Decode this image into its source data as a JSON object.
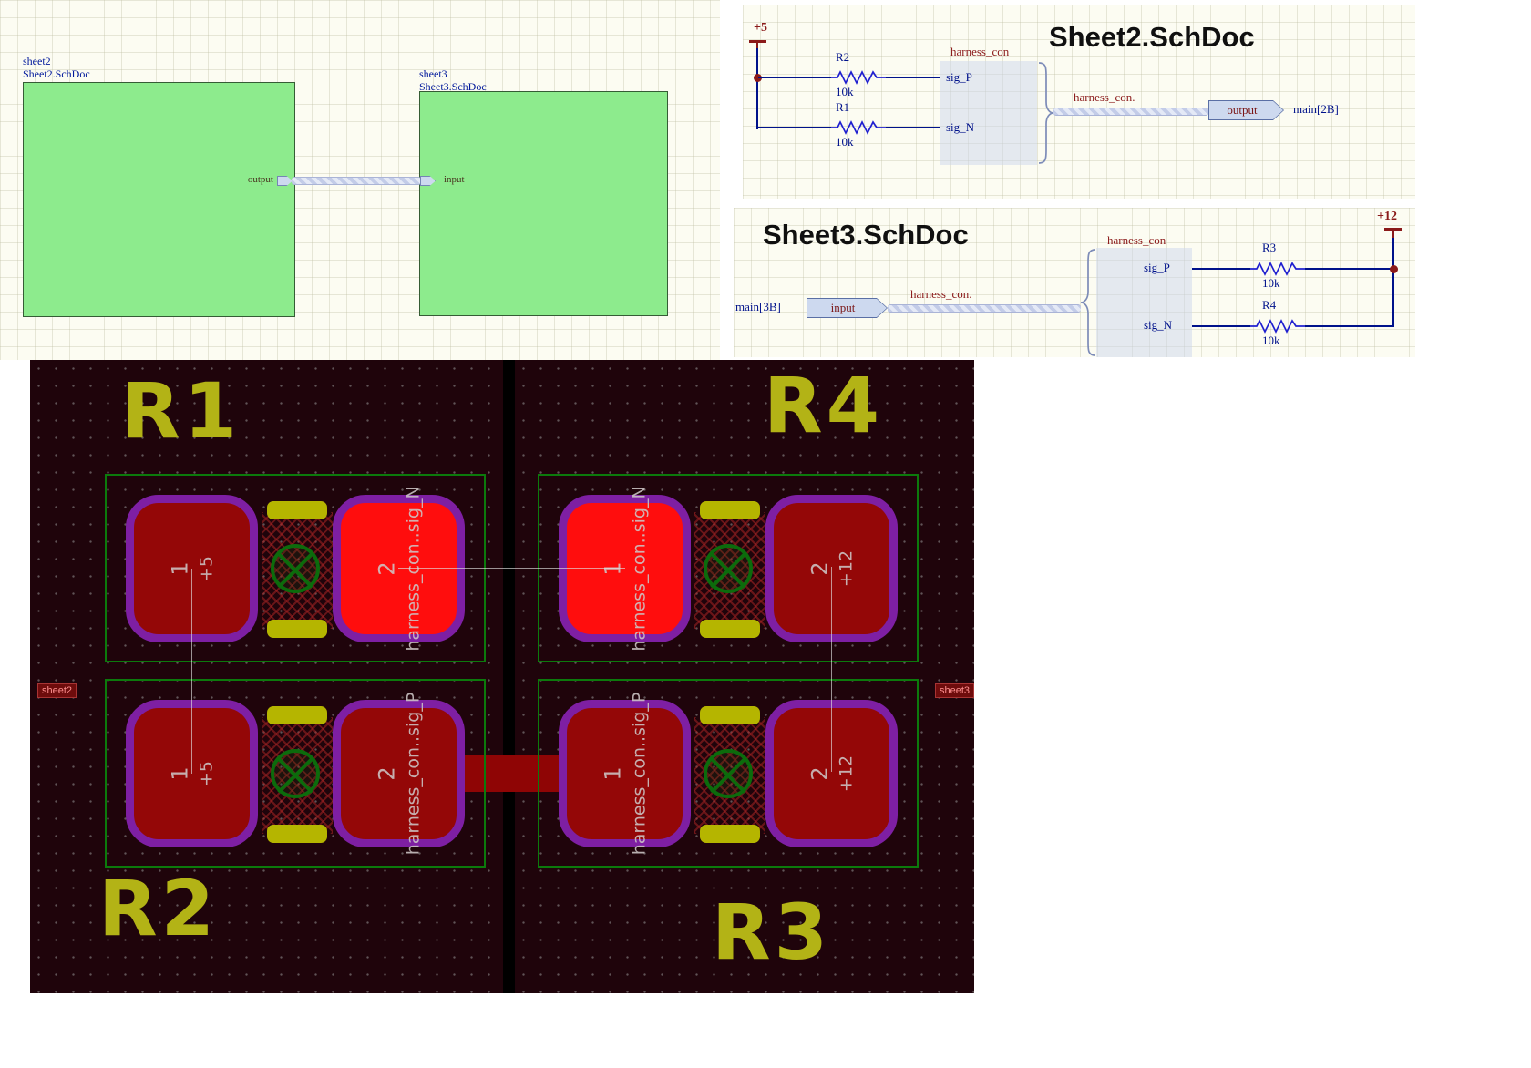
{
  "top_schematic": {
    "sheet2": {
      "designator": "sheet2",
      "filename": "Sheet2.SchDoc",
      "port": "output"
    },
    "sheet3": {
      "designator": "sheet3",
      "filename": "Sheet3.SchDoc",
      "port": "input"
    }
  },
  "sheet2_doc": {
    "title": "Sheet2.SchDoc",
    "power": "+5",
    "rows": [
      {
        "ref": "R2",
        "value": "10k",
        "signal": "sig_P"
      },
      {
        "ref": "R1",
        "value": "10k",
        "signal": "sig_N"
      }
    ],
    "harness_connector": "harness_con",
    "harness_label": "harness_con.",
    "port": "output",
    "net": "main[2B]"
  },
  "sheet3_doc": {
    "title": "Sheet3.SchDoc",
    "power": "+12",
    "rows": [
      {
        "ref": "R3",
        "value": "10k",
        "signal": "sig_P"
      },
      {
        "ref": "R4",
        "value": "10k",
        "signal": "sig_N"
      }
    ],
    "harness_connector": "harness_con",
    "harness_label": "harness_con.",
    "port": "input",
    "net": "main[3B]"
  },
  "pcb": {
    "rooms": [
      {
        "label": "sheet2"
      },
      {
        "label": "sheet3"
      }
    ],
    "footprints": [
      {
        "refdes": "R1",
        "pads": [
          {
            "num": "1",
            "net": "+5"
          },
          {
            "num": "2",
            "net": "harness_con..sig_N"
          }
        ]
      },
      {
        "refdes": "R4",
        "pads": [
          {
            "num": "1",
            "net": "harness_con..sig_N"
          },
          {
            "num": "2",
            "net": "+12"
          }
        ]
      },
      {
        "refdes": "R2",
        "pads": [
          {
            "num": "1",
            "net": "+5"
          },
          {
            "num": "2",
            "net": "harness_con..sig_P"
          }
        ]
      },
      {
        "refdes": "R3",
        "pads": [
          {
            "num": "1",
            "net": "harness_con..sig_P"
          },
          {
            "num": "2",
            "net": "+12"
          }
        ]
      }
    ],
    "colors": {
      "pad_dark": "#940707",
      "pad_bright": "#ff0d0d",
      "pad_ring": "#7e1fa3",
      "silkscreen": "#b5b500",
      "courtyard": "#0c7a0c",
      "refdes": "#b3b316",
      "background": "#1f040b"
    }
  },
  "colors": {
    "sheet_symbol_fill": "#8deb8d",
    "wire": "#00128b",
    "power_object": "#8b1a1a",
    "harness_wire": "#c3cce8",
    "port_fill": "#cdd9ef"
  }
}
